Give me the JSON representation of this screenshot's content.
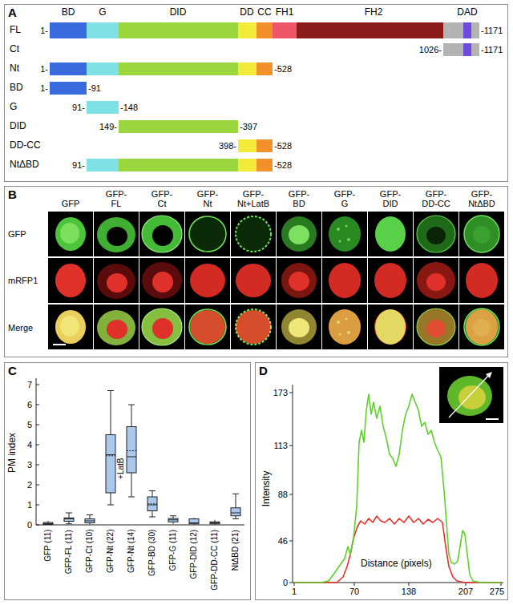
{
  "diagram": {
    "nodes": [
      {
        "text": [
          "A"
        ]
      },
      {
        "text": [
          "B"
        ]
      },
      {
        "text": [
          "C"
        ]
      },
      {
        "text": [
          "D"
        ]
      }
    ],
    "labels": [
      "BD",
      "G",
      "DID",
      "DD",
      "CC",
      "FH1",
      "FH2",
      "DAD",
      "FL",
      "1-",
      "-1171",
      "Ct",
      "1026-",
      "-1171",
      "Nt",
      "1-",
      "-528",
      "BD",
      "1-",
      "-91",
      "G",
      "91-",
      "-148",
      "DID",
      "149-",
      "-397",
      "DD-CC",
      "398-",
      "-528",
      "NtΔBD",
      "91-",
      "-528",
      "GFP",
      "GFP- FL",
      "GFP- Ct",
      "GFP- Nt",
      "GFP- Nt+LatB",
      "GFP- BD",
      "GFP- G",
      "GFP- DID",
      "GFP- DD-CC",
      "GFP- NtΔBD",
      "GFP",
      "mRFP1",
      "Merge",
      "PM index",
      "0",
      "1",
      "2",
      "3",
      "4",
      "5",
      "6",
      "7",
      "+LatB",
      "GFP (11)",
      "GFP-FL (11)",
      "GFP-Ct (10)",
      "GFP-Nt (22)",
      "GFP-Nt (14)",
      "GFP-BD (30)",
      "GFP-G (11)",
      "GFP-DID (12)",
      "GFP-DD-CC (11)",
      "NtΔBD (21)",
      "Intensity",
      "173",
      "113",
      "88",
      "46",
      "0",
      "Distance (pixels)",
      "1",
      "70",
      "138",
      "207",
      "275"
    ]
  }
}
